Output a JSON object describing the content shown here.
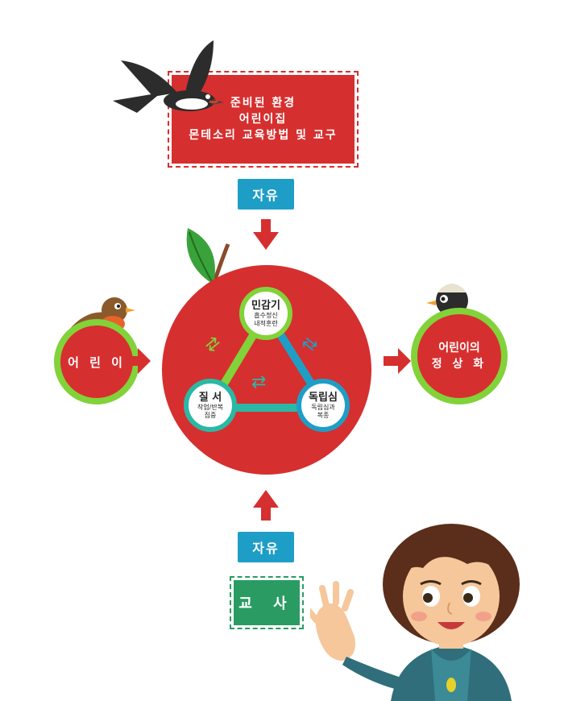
{
  "top_box": {
    "line1": "준비된 환경",
    "line2": "어린이집",
    "line3": "몬테소리 교육방법 및 교구"
  },
  "freedom_top": "자유",
  "freedom_bottom": "자유",
  "teacher": "교 사",
  "left_circle": "어 린 이",
  "right_circle": {
    "line1": "어린이의",
    "line2": "정 상 화"
  },
  "nodes": {
    "top": {
      "title": "민감기",
      "sub1": "흡수정신",
      "sub2": "내적훈련"
    },
    "left": {
      "title": "질 서",
      "sub1": "작업/반복",
      "sub2": "집중"
    },
    "right": {
      "title": "독립심",
      "sub1": "독립심과",
      "sub2": "복종"
    }
  },
  "colors": {
    "red": "#d62f2f",
    "blue": "#1e9ec7",
    "green": "#82d23a",
    "teal": "#2bb8a4",
    "teacher_green": "#2a9c63"
  }
}
